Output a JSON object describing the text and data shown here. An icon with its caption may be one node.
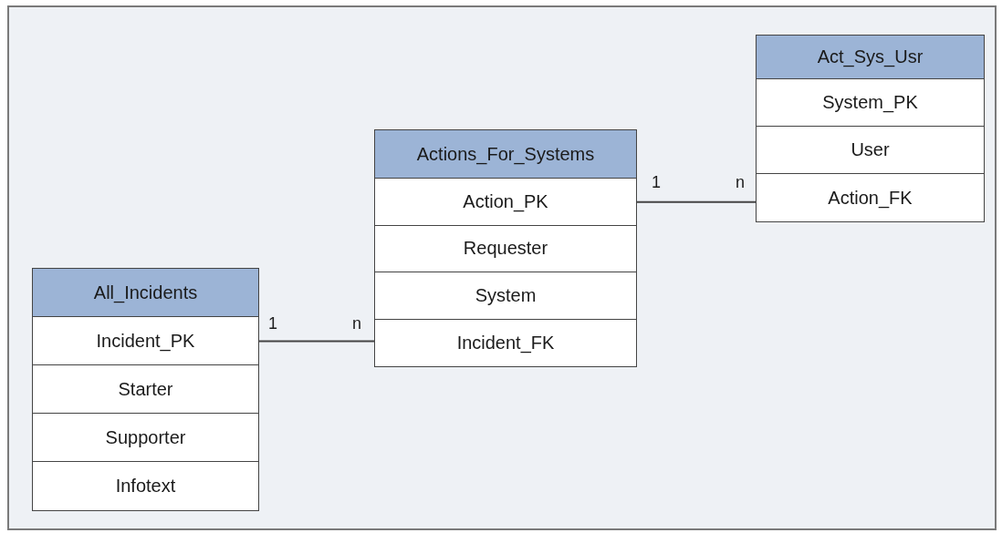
{
  "diagram": {
    "nodes": [
      {
        "text": [
          "All_Incidents"
        ]
      },
      {
        "text": [
          "Incident_PK"
        ],
        "in": 0
      },
      {
        "text": [
          "Starter"
        ],
        "in": 0
      },
      {
        "text": [
          "Supporter"
        ],
        "in": 0
      },
      {
        "text": [
          "Infotext"
        ],
        "in": 0
      },
      {
        "text": [
          "Actions_For_Systems"
        ]
      },
      {
        "text": [
          "Action_PK"
        ],
        "in": 5
      },
      {
        "text": [
          "Requester"
        ],
        "in": 5
      },
      {
        "text": [
          "System"
        ],
        "in": 5
      },
      {
        "text": [
          "Incident_FK"
        ],
        "in": 5
      },
      {
        "text": [
          "Act_Sys_Usr"
        ]
      },
      {
        "text": [
          "System_PK"
        ],
        "in": 10
      },
      {
        "text": [
          "User"
        ],
        "in": 10
      },
      {
        "text": [
          "Action_FK"
        ],
        "in": 10
      }
    ],
    "edges": [
      {
        "from": 1,
        "to": 9,
        "arrow": "none"
      },
      {
        "from": 6,
        "to": 13,
        "arrow": "none"
      }
    ],
    "labels": [
      "1",
      "n",
      "1",
      "n"
    ]
  }
}
